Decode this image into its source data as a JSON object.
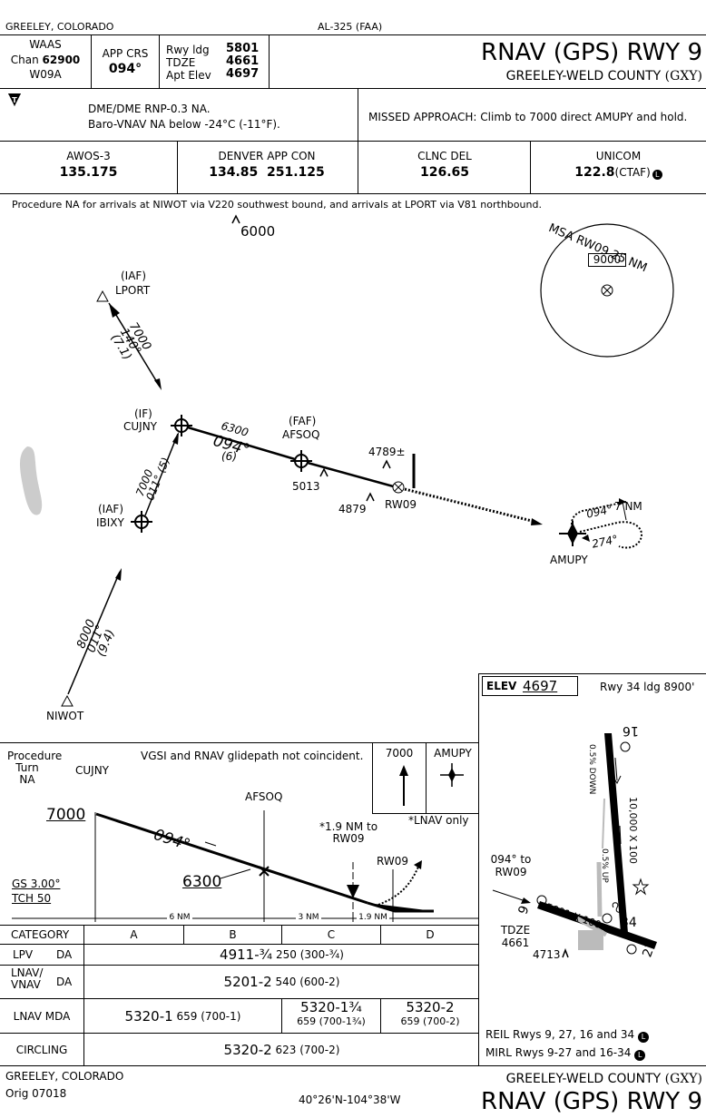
{
  "header": {
    "city": "GREELEY, COLORADO",
    "chart_id": "AL-325 (FAA)",
    "title": "RNAV (GPS) RWY 9",
    "airport": "GREELEY-WELD COUNTY",
    "airport_code": "(GXY)"
  },
  "briefing": {
    "waas_label": "WAAS",
    "chan_label": "Chan",
    "chan_value": "62900",
    "waas_id": "W09A",
    "app_crs_label": "APP CRS",
    "app_crs_value": "094°",
    "rwy_ldg_label": "Rwy ldg",
    "rwy_ldg_value": "5801",
    "tdze_label": "TDZE",
    "tdze_value": "4661",
    "apt_elev_label": "Apt Elev",
    "apt_elev_value": "4697"
  },
  "notes": {
    "symbol": "T",
    "line1": "DME/DME RNP-0.3 NA.",
    "line2": "Baro-VNAV NA below -24°C (-11°F).",
    "missed_approach": "MISSED APPROACH: Climb to 7000 direct AMUPY and hold."
  },
  "comms": [
    {
      "label": "AWOS-3",
      "value": "135.175",
      "suffix": ""
    },
    {
      "label": "DENVER APP CON",
      "value": "134.85  251.125",
      "suffix": ""
    },
    {
      "label": "CLNC DEL",
      "value": "126.65",
      "suffix": ""
    },
    {
      "label": "UNICOM",
      "value": "122.8",
      "suffix": "(CTAF)"
    }
  ],
  "plan": {
    "note": "Procedure NA for arrivals at NIWOT via V220 southwest bound, and arrivals at LPORT via V81 northbound.",
    "obstacle_6000": "6000",
    "msa_label": "MSA RW09 25 NM",
    "msa_alt": "9000",
    "lport_role": "(IAF)",
    "lport": "LPORT",
    "lport_alt": "7000",
    "lport_crs": "140°",
    "lport_dist": "(7.1)",
    "cujny_role": "(IF)",
    "cujny": "CUJNY",
    "cujny_alt": "6300",
    "final_crs": "094°",
    "final_dist": "(6)",
    "afsoq_role": "(FAF)",
    "afsoq": "AFSOQ",
    "obs_5013": "5013",
    "obs_4789": "4789±",
    "obs_4879": "4879",
    "rw09": "RW09",
    "ibixy_role": "(IAF)",
    "ibixy": "IBIXY",
    "ibixy_alt": "7000",
    "ibixy_crs": "011°",
    "ibixy_dist": "(5)",
    "niwot_alt": "8000",
    "niwot_crs": "011°",
    "niwot_dist": "(9.4)",
    "niwot": "NIWOT",
    "amupy": "AMUPY",
    "hold_in": "094°",
    "hold_out": "274°",
    "hold_leg": "7 NM"
  },
  "profile": {
    "pt_na_1": "Procedure",
    "pt_na_2": "Turn",
    "pt_na_3": "NA",
    "cujny": "CUJNY",
    "vgsi_note": "VGSI and RNAV glidepath not coincident.",
    "alt_7000": "7000",
    "amupy": "AMUPY",
    "afsoq": "AFSOQ",
    "lnav_only": "*LNAV only",
    "crs": "094°",
    "vdp_1": "*1.9 NM to",
    "vdp_2": "RW09",
    "alt_6300": "6300",
    "rw09": "RW09",
    "gs": "GS 3.00°",
    "tch": "TCH 50",
    "d1": "6 NM",
    "d2": "3 NM",
    "d3": "1.9 NM"
  },
  "minima": {
    "category_label": "CATEGORY",
    "cats": [
      "A",
      "B",
      "C",
      "D"
    ],
    "lpv_label": "LPV",
    "da": "DA",
    "lpv_value": "4911-¾",
    "lpv_sub": "250 (300-¾)",
    "lnav_vnav_label_1": "LNAV/",
    "lnav_vnav_label_2": "VNAV",
    "lnav_vnav_value": "5201-2",
    "lnav_vnav_sub": "540 (600-2)",
    "lnav_label": "LNAV MDA",
    "lnav_ab_value": "5320-1",
    "lnav_ab_sub": "659 (700-1)",
    "lnav_c_value": "5320-1¾",
    "lnav_c_sub": "659 (700-1¾)",
    "lnav_d_value": "5320-2",
    "lnav_d_sub": "659 (700-2)",
    "circling_label": "CIRCLING",
    "circling_value": "5320-2",
    "circling_sub": "623 (700-2)"
  },
  "airport_diagram": {
    "elev_label": "ELEV",
    "elev_value": "4697",
    "rwy34": "Rwy 34 ldg 8900'",
    "rwy16_num": "16",
    "rwy34_num": "34",
    "rwy9_num": "9",
    "rwy27_num": "27",
    "grad_down": "0.5% DOWN",
    "grad_up": "0.5% UP",
    "len_16_34": "10,000 X 100",
    "len_9_27": "5801 X 100",
    "crs_in_1": "094° to",
    "crs_in_2": "RW09",
    "tdze_label": "TDZE",
    "tdze_value": "4661",
    "obs_4713": "4713",
    "reil": "REIL Rwys 9, 27, 16 and 34",
    "mirl": "MIRL Rwys 9-27 and 16-34"
  },
  "footer": {
    "city": "GREELEY, COLORADO",
    "orig": "Orig  07018",
    "coords": "40°26'N-104°38'W",
    "airport": "GREELEY-WELD COUNTY",
    "airport_code": "(GXY)",
    "title": "RNAV (GPS) RWY 9"
  }
}
